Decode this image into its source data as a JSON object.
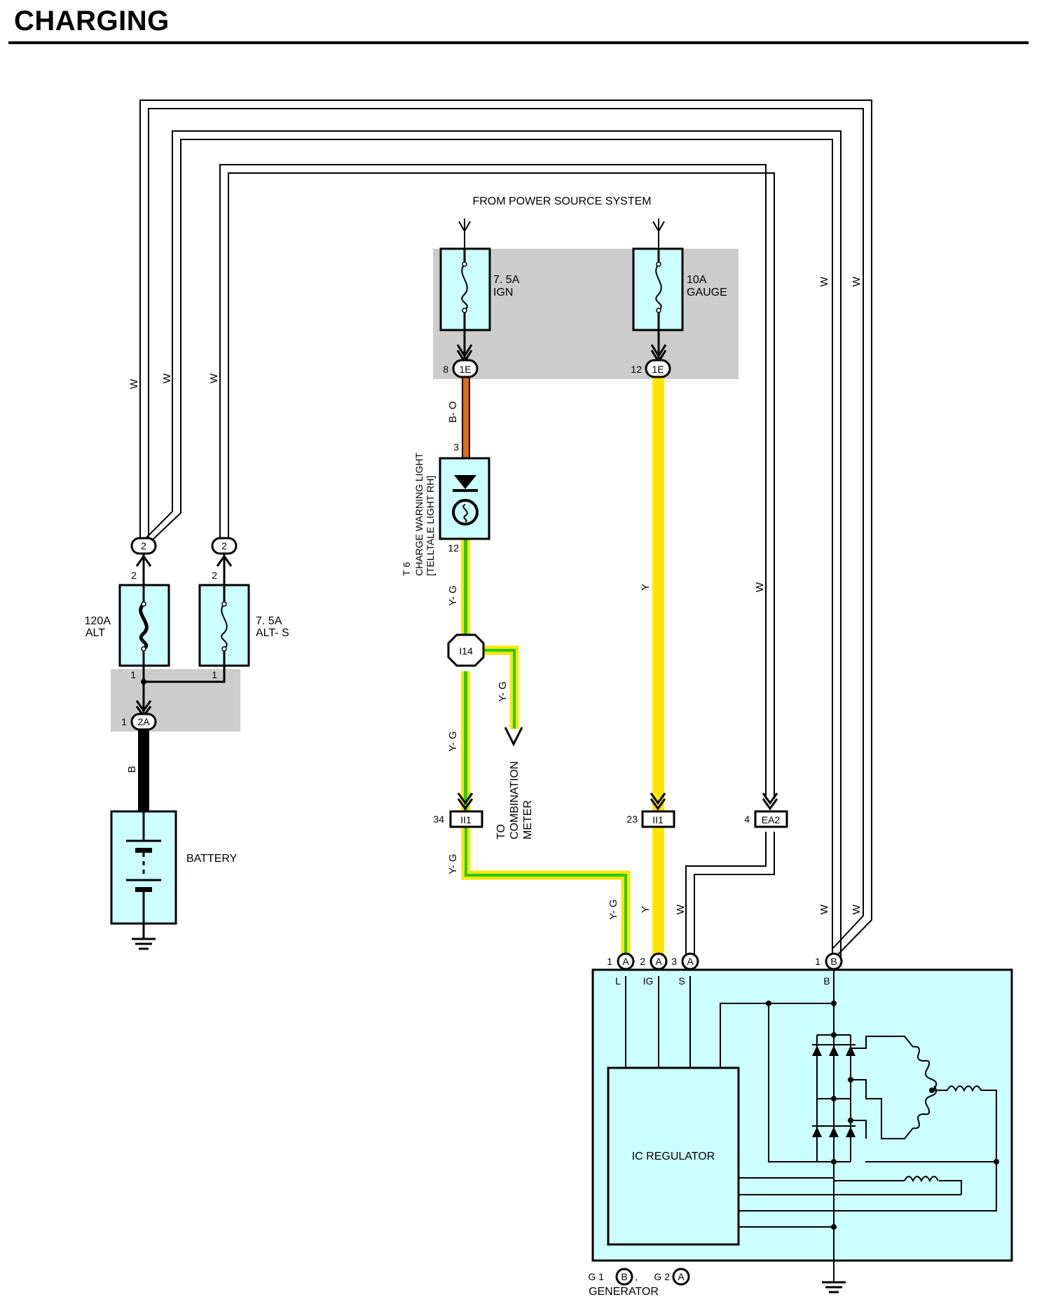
{
  "title": "CHARGING",
  "source_label": "FROM POWER SOURCE SYSTEM",
  "fuses": {
    "ign": {
      "rating": "7. 5A",
      "name": "IGN"
    },
    "gauge": {
      "rating": "10A",
      "name": "GAUGE"
    },
    "alt": {
      "rating": "120A",
      "name": "ALT"
    },
    "alt_s": {
      "rating": "7. 5A",
      "name": "ALT- S"
    }
  },
  "connectors": {
    "ign_1e": {
      "id": "1E",
      "pin": "8"
    },
    "gauge_1e": {
      "id": "1E",
      "pin": "12"
    },
    "alt_2a": {
      "id": "2A",
      "pin": "1"
    },
    "alt_top": {
      "id": "2",
      "pin": "2"
    },
    "alts_top": {
      "id": "2",
      "pin": "2"
    },
    "alt_bottom_pin": "1",
    "alts_bottom_pin": "1",
    "i14": {
      "id": "I14"
    },
    "ii_34": {
      "id": "II1",
      "pin": "34"
    },
    "ii_23": {
      "id": "II1",
      "pin": "23"
    },
    "ea2": {
      "id": "EA2",
      "pin": "4"
    },
    "gen_a1": {
      "id": "A",
      "pin": "1",
      "term": "L"
    },
    "gen_a2": {
      "id": "A",
      "pin": "2",
      "term": "IG"
    },
    "gen_a3": {
      "id": "A",
      "pin": "3",
      "term": "S"
    },
    "gen_b1": {
      "id": "B",
      "pin": "1",
      "term": "B"
    }
  },
  "lamp": {
    "code": "T 6",
    "name": "CHARGE WARNING LIGHT",
    "sub": "[TELLTALE LIGHT RH]",
    "pin_top": "3",
    "pin_bottom": "12"
  },
  "combination_meter": {
    "line1": "TO",
    "line2": "COMBINATION",
    "line3": "METER"
  },
  "battery": {
    "name": "BATTERY"
  },
  "generator": {
    "name": "GENERATOR",
    "g1": "G 1",
    "g1_conn": "B",
    "g1_sep": ",",
    "g2": "G 2",
    "g2_conn": "A"
  },
  "regulator": {
    "name": "IC REGULATOR"
  },
  "wire_colors": {
    "w": "W",
    "bo": "B- O",
    "yg": "Y- G",
    "y": "Y",
    "b": "B"
  },
  "colors": {
    "orange": "#E0691A",
    "yellow": "#FFE600",
    "green": "#22CC22",
    "box_fill": "#CCFFFF",
    "gray_area": "#CCCCCC"
  }
}
